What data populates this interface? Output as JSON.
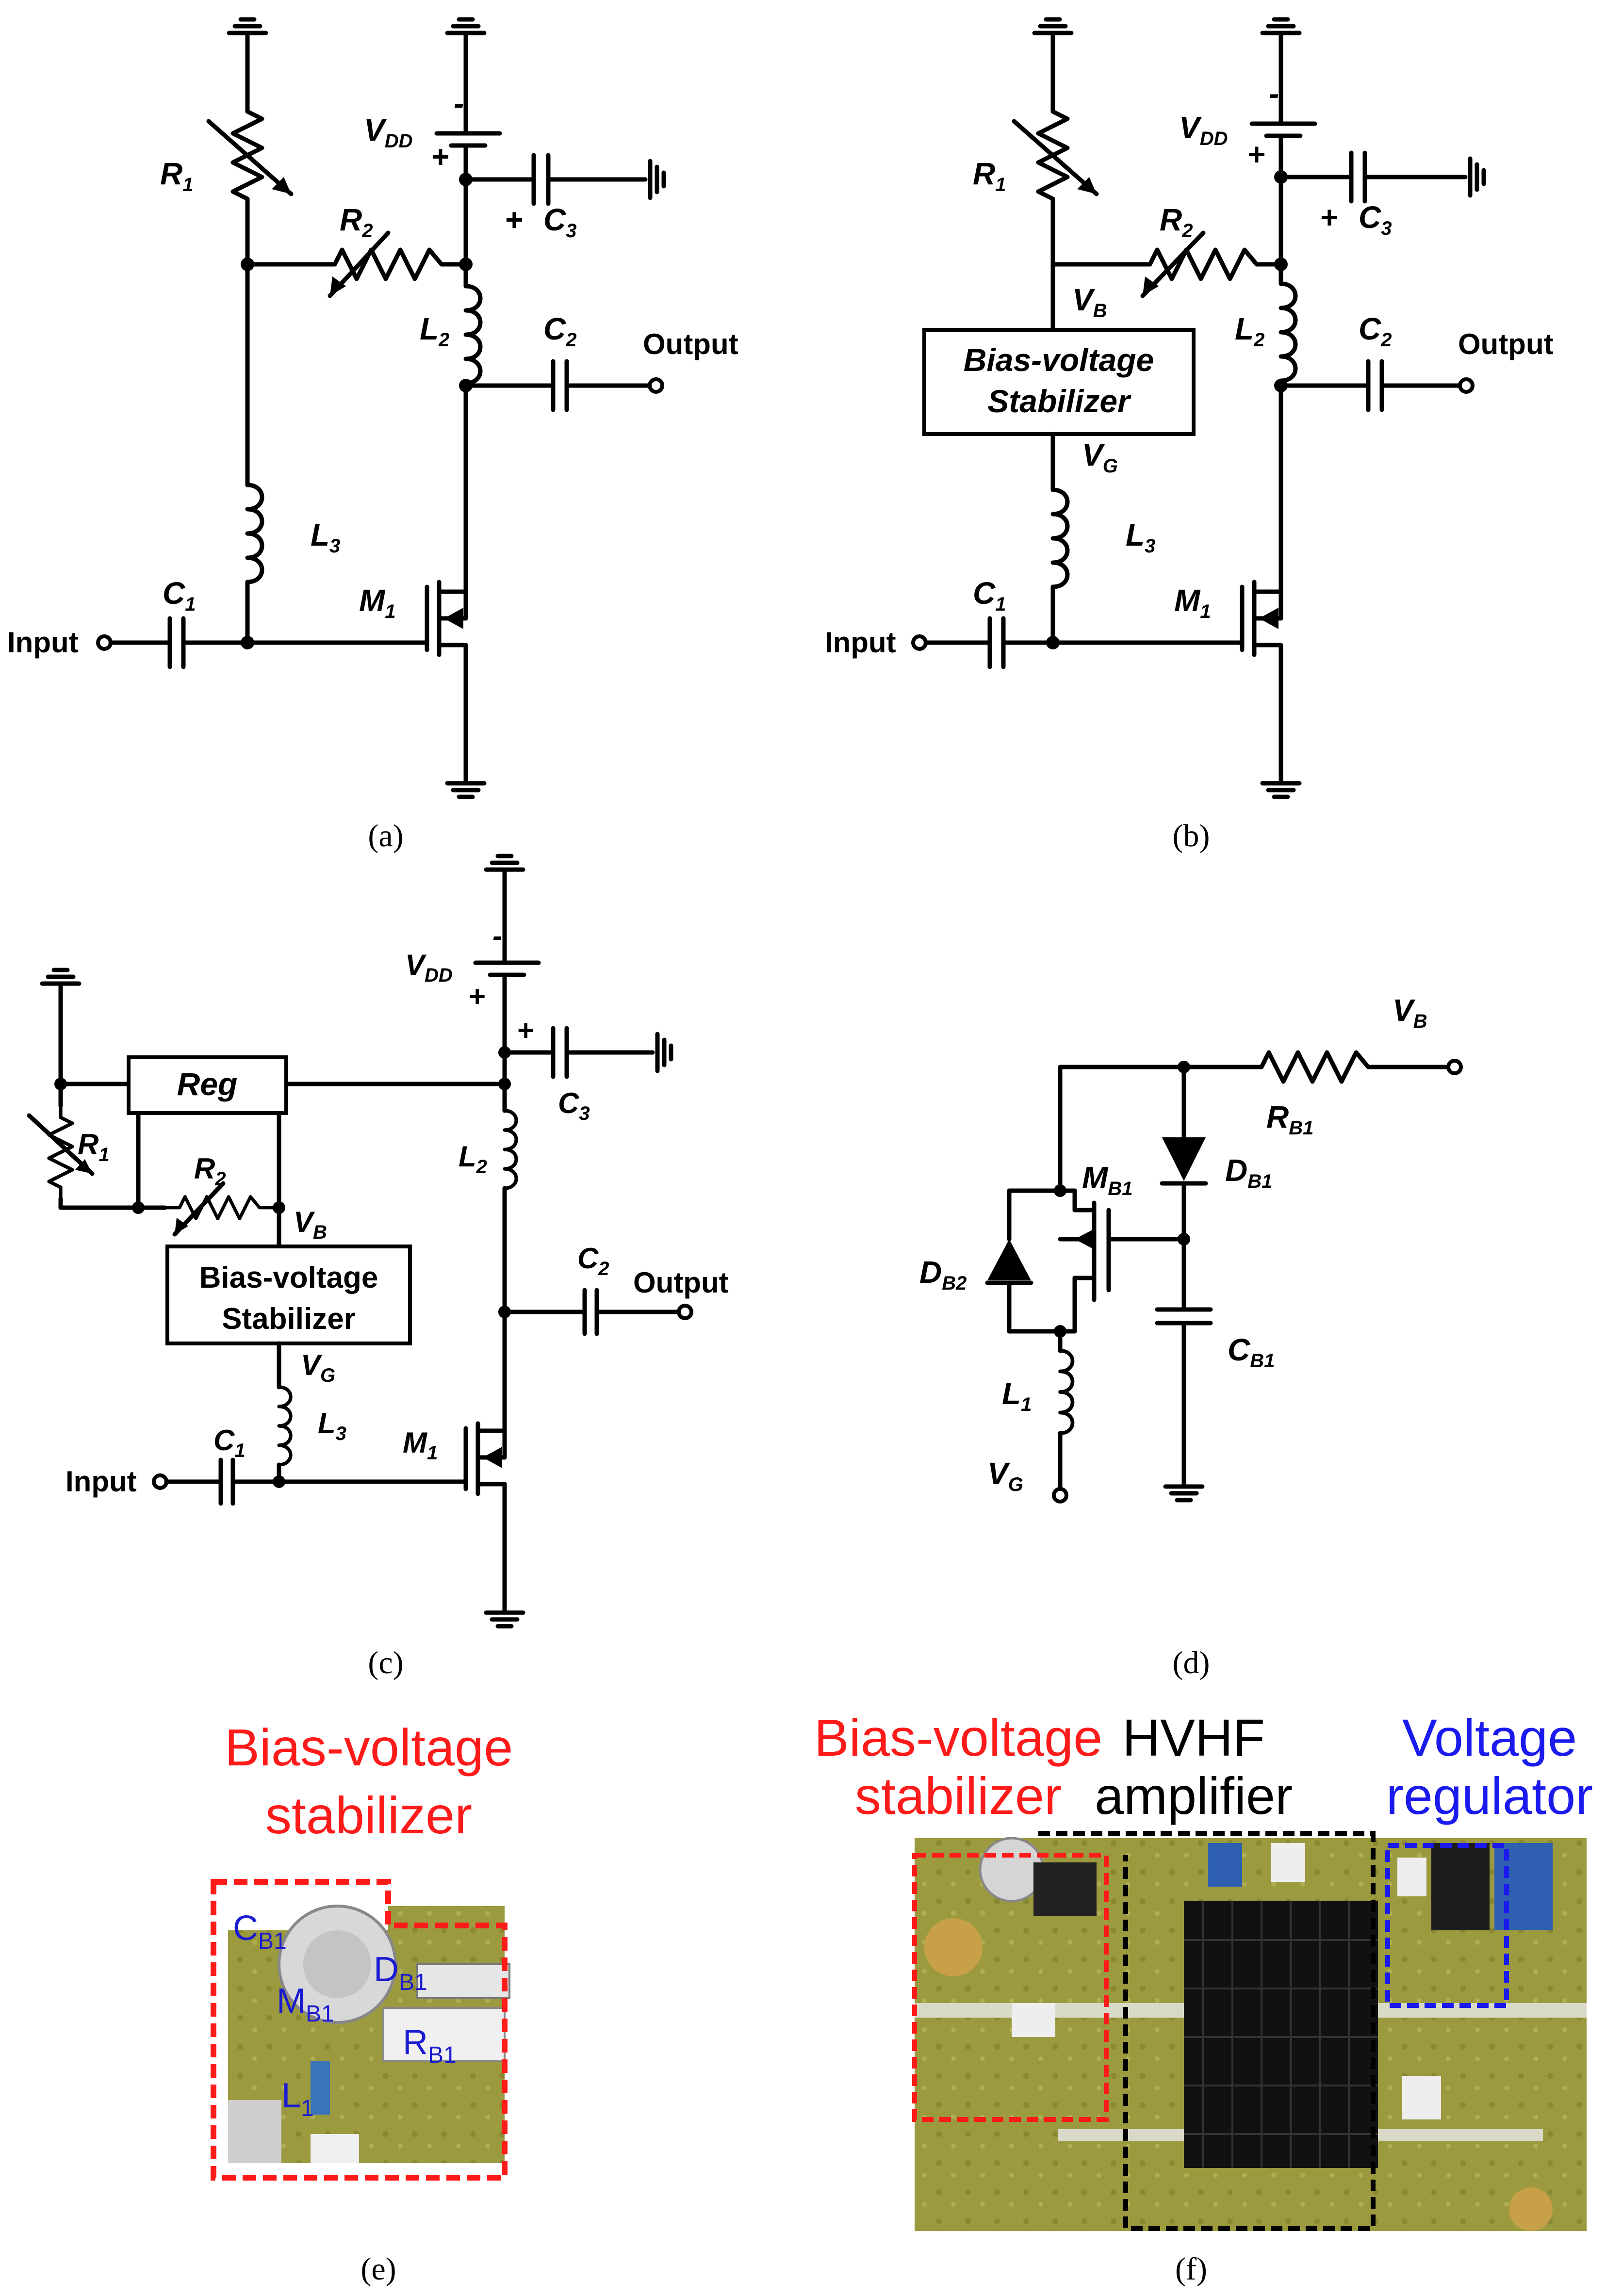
{
  "panels": {
    "a": {
      "caption": "(a)",
      "labels": {
        "R1": "R",
        "R1_sub": "1",
        "R2": "R",
        "R2_sub": "2",
        "VDD": "V",
        "VDD_sub": "DD",
        "C3": "C",
        "C3_sub": "3",
        "L2": "L",
        "L2_sub": "2",
        "C2": "C",
        "C2_sub": "2",
        "L3": "L",
        "L3_sub": "3",
        "C1": "C",
        "C1_sub": "1",
        "M1": "M",
        "M1_sub": "1",
        "output": "Output",
        "input": "Input",
        "plus": "+",
        "plus2": "+",
        "minus": "-"
      }
    },
    "b": {
      "caption": "(b)",
      "labels": {
        "R1": "R",
        "R1_sub": "1",
        "R2": "R",
        "R2_sub": "2",
        "VDD": "V",
        "VDD_sub": "DD",
        "C3": "C",
        "C3_sub": "3",
        "L2": "L",
        "L2_sub": "2",
        "C2": "C",
        "C2_sub": "2",
        "L3": "L",
        "L3_sub": "3",
        "C1": "C",
        "C1_sub": "1",
        "M1": "M",
        "M1_sub": "1",
        "VB": "V",
        "VB_sub": "B",
        "VG": "V",
        "VG_sub": "G",
        "box_line1": "Bias-voltage",
        "box_line2": "Stabilizer",
        "output": "Output",
        "input": "Input",
        "plus": "+",
        "plus2": "+",
        "minus": "-"
      }
    },
    "c": {
      "caption": "(c)",
      "labels": {
        "R1": "R",
        "R1_sub": "1",
        "R2": "R",
        "R2_sub": "2",
        "VDD": "V",
        "VDD_sub": "DD",
        "C3": "C",
        "C3_sub": "3",
        "L2": "L",
        "L2_sub": "2",
        "C2": "C",
        "C2_sub": "2",
        "L3": "L",
        "L3_sub": "3",
        "C1": "C",
        "C1_sub": "1",
        "M1": "M",
        "M1_sub": "1",
        "VB": "V",
        "VB_sub": "B",
        "VG": "V",
        "VG_sub": "G",
        "reg": "Reg",
        "box_line1": "Bias-voltage",
        "box_line2": "Stabilizer",
        "output": "Output",
        "input": "Input",
        "plus": "+",
        "plus2": "+",
        "minus": "-"
      }
    },
    "d": {
      "caption": "(d)",
      "labels": {
        "VB": "V",
        "VB_sub": "B",
        "RB1": "R",
        "RB1_sub": "B1",
        "DB1": "D",
        "DB1_sub": "B1",
        "MB1": "M",
        "MB1_sub": "B1",
        "DB2": "D",
        "DB2_sub": "B2",
        "CB1": "C",
        "CB1_sub": "B1",
        "L1": "L",
        "L1_sub": "1",
        "VG": "V",
        "VG_sub": "G"
      }
    },
    "e": {
      "caption": "(e)",
      "title_line1": "Bias-voltage",
      "title_line2": "stabilizer",
      "component_labels": {
        "CB1": "C",
        "CB1_sub": "B1",
        "DB1": "D",
        "DB1_sub": "B1",
        "MB1": "M",
        "MB1_sub": "B1",
        "RB1": "R",
        "RB1_sub": "B1",
        "L1": "L",
        "L1_sub": "1"
      }
    },
    "f": {
      "caption": "(f)",
      "stabilizer_line1": "Bias-voltage",
      "stabilizer_line2": "stabilizer",
      "amplifier_line1": "HVHF",
      "amplifier_line2": "amplifier",
      "regulator_line1": "Voltage",
      "regulator_line2": "regulator"
    }
  },
  "colors": {
    "stabilizer": "#ff1a1a",
    "amplifier": "#000000",
    "regulator": "#1a1aee",
    "pcb": "#9a9a3a"
  }
}
